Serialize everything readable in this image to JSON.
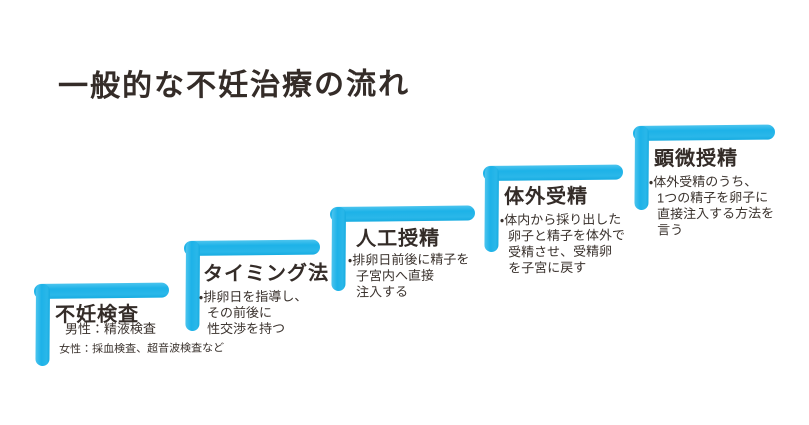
{
  "page": {
    "title": "一般的な不妊治療の流れ",
    "background_color": "#ffffff",
    "accent_blue": "#22b3e8",
    "ink_color": "#342c28"
  },
  "steps": [
    {
      "title": "不妊検査",
      "lines": [
        "男性：精液検査",
        "女性：採血検査、超音波検査など"
      ]
    },
    {
      "title": "タイミング法",
      "lines": [
        "・排卵日を指導し、",
        "その前後に",
        "性交渉を持つ"
      ]
    },
    {
      "title": "人工授精",
      "lines": [
        "・排卵日前後に精子を",
        "子宮内へ直接",
        "注入する"
      ]
    },
    {
      "title": "体外受精",
      "lines": [
        "・体内から採り出した",
        "卵子と精子を体外で",
        "受精させ、受精卵",
        "を子宮に戻す"
      ]
    },
    {
      "title": "顕微授精",
      "lines": [
        "・体外受精のうち、",
        "1つの精子を卵子に",
        "直接注入する方法を",
        "言う"
      ]
    }
  ]
}
